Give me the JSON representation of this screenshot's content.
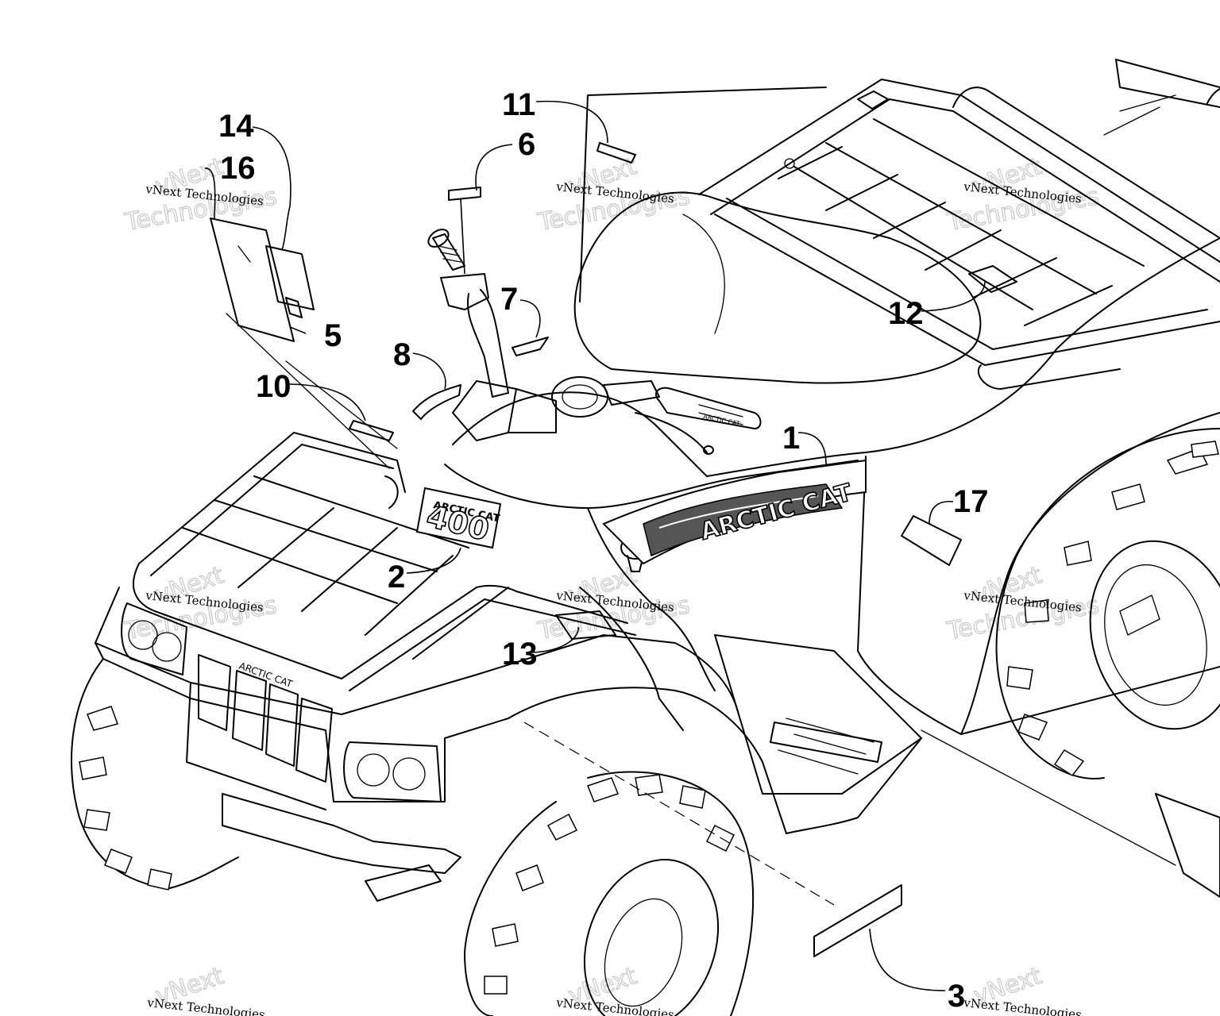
{
  "diagram": {
    "callouts": [
      "1",
      "2",
      "3",
      "5",
      "6",
      "7",
      "8",
      "10",
      "11",
      "12",
      "13",
      "14",
      "16",
      "17"
    ],
    "logo_text": "ARCTIC CAT",
    "model_badge": {
      "brand": "ARCTIC CAT",
      "number": "400"
    },
    "grille_text": "ARCTIC CAT",
    "mirror_text": "ARCTIC CAT"
  },
  "watermark": {
    "name": "vNext Technologies",
    "word": "Technologies",
    "brand": "vNext"
  }
}
